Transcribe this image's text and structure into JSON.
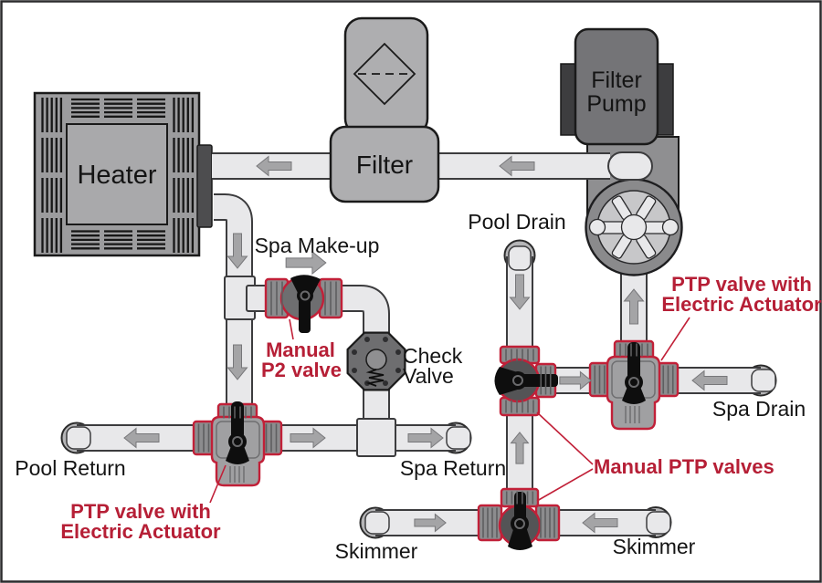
{
  "equipment": {
    "heater": {
      "label": "Heater"
    },
    "filter": {
      "label": "Filter"
    },
    "filter_pump": {
      "label_line1": "Filter",
      "label_line2": "Pump"
    }
  },
  "port_labels": {
    "spa_makeup": "Spa Make-up",
    "pool_drain": "Pool Drain",
    "spa_drain": "Spa Drain",
    "pool_return": "Pool Return",
    "spa_return": "Spa Return",
    "skimmer_left": "Skimmer",
    "skimmer_right": "Skimmer"
  },
  "valve_labels": {
    "check_line1": "Check",
    "check_line2": "Valve",
    "manual_p2_line1": "Manual",
    "manual_p2_line2": "P2 valve",
    "ptp_electric_right_line1": "PTP valve with",
    "ptp_electric_right_line2": "Electric Actuator",
    "ptp_electric_left_line1": "PTP valve with",
    "ptp_electric_left_line2": "Electric Actuator",
    "manual_ptp": "Manual PTP valves"
  },
  "colors": {
    "accent_red_outline": "#c12038",
    "callout_text_red": "#b61f36",
    "pipe": "#e8e8ea",
    "pipe_outline": "#3c3c3e",
    "flow_arrow": "#a4a4a6",
    "equipment_gray": "#aeaeb0",
    "pump_dark_gray": "#747477",
    "valve_ball_gray": "#545456",
    "background": "#ffffff"
  },
  "icons": {
    "flow_arrow": "gray block arrow showing flow direction",
    "filter_media": "diamond outline with dashed center line",
    "pump_impeller": "spoked impeller star in circular housing",
    "check_valve_spring": "zigzag spring inside octagonal body",
    "valve_handle": "black lever with knob and wedge grip",
    "heater_vents": "slatted vent grilles around heater frame"
  }
}
